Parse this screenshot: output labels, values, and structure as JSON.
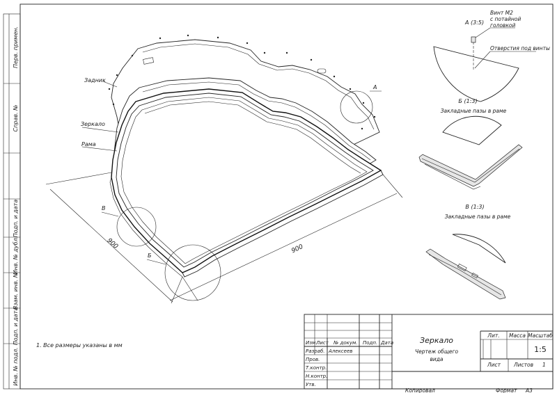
{
  "side_stamp": {
    "labels": [
      "Перв. примен.",
      "Справ. №",
      "Подп. и дата",
      "Инв. № дубл.",
      "Взам. инв. №",
      "Подп. и дата",
      "Инв. № подл."
    ]
  },
  "callouts": {
    "zadnik": "Задник",
    "zerkalo": "Зеркало",
    "rama": "Рама",
    "a": "А",
    "b_cyr": "Б",
    "v_cyr": "В"
  },
  "dimensions": {
    "width": "900",
    "depth": "900"
  },
  "detail_a": {
    "title": "А (3:5)",
    "screw_line1": "Винт М2",
    "screw_line2": "с потайной",
    "screw_line3": "головкой",
    "holes": "Отверстия под винты"
  },
  "detail_b": {
    "title": "Б (1:3)",
    "caption": "Закладные пазы в раме"
  },
  "detail_v": {
    "title": "В (1:3)",
    "caption": "Закладные пазы в раме"
  },
  "note": "1. Все размеры указаны в мм",
  "title_block": {
    "hdr_izm": "Изм.",
    "hdr_list": "Лист",
    "hdr_docnum": "№ докум.",
    "hdr_podp": "Подп.",
    "hdr_date": "Дата",
    "razrab_label": "Разраб.",
    "razrab_name": "Алексеев",
    "prov_label": "Пров.",
    "tkontr_label": "Т.контр.",
    "nkontr_label": "Н.контр.",
    "utv_label": "Утв.",
    "name": "Зеркало",
    "doc_type_1": "Чертеж общего",
    "doc_type_2": "вида",
    "lit_label": "Лит.",
    "massa_label": "Масса",
    "masshtab_label": "Масштаб",
    "masshtab_value": "1:5",
    "list_label": "Лист",
    "listov_label": "Листов",
    "listov_value": "1",
    "kopiroval": "Копировал",
    "format_label": "Формат",
    "format_value": "А3"
  }
}
